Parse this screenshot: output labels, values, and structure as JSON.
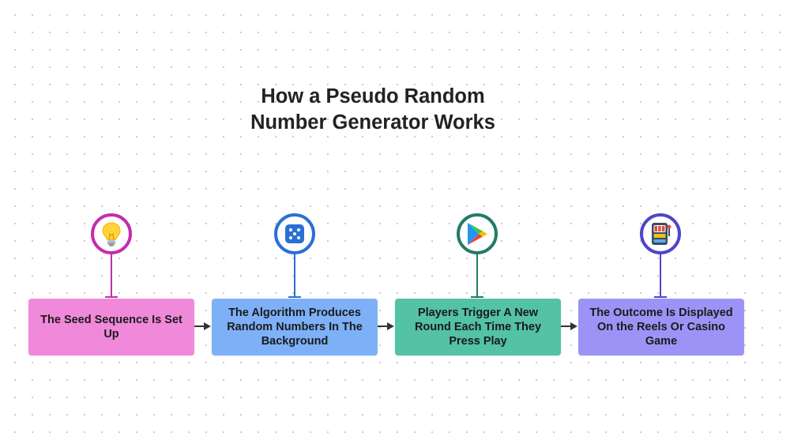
{
  "title": {
    "line1": "How a Pseudo Random",
    "line2": "Number Generator Works"
  },
  "steps": [
    {
      "label": "The Seed Sequence Is Set Up",
      "icon": "lightbulb-icon",
      "color": "#f089d9",
      "ring": "#c42cae"
    },
    {
      "label": "The Algorithm Produces Random Numbers In The Background",
      "icon": "dice-icon",
      "color": "#7eb0f8",
      "ring": "#2a6fd6"
    },
    {
      "label": "Players Trigger A New Round Each Time They Press Play",
      "icon": "play-store-icon",
      "color": "#53c2a5",
      "ring": "#247a66"
    },
    {
      "label": "The Outcome Is Displayed On the Reels Or Casino Game",
      "icon": "slot-machine-icon",
      "color": "#9b94f6",
      "ring": "#4f45c9"
    }
  ]
}
